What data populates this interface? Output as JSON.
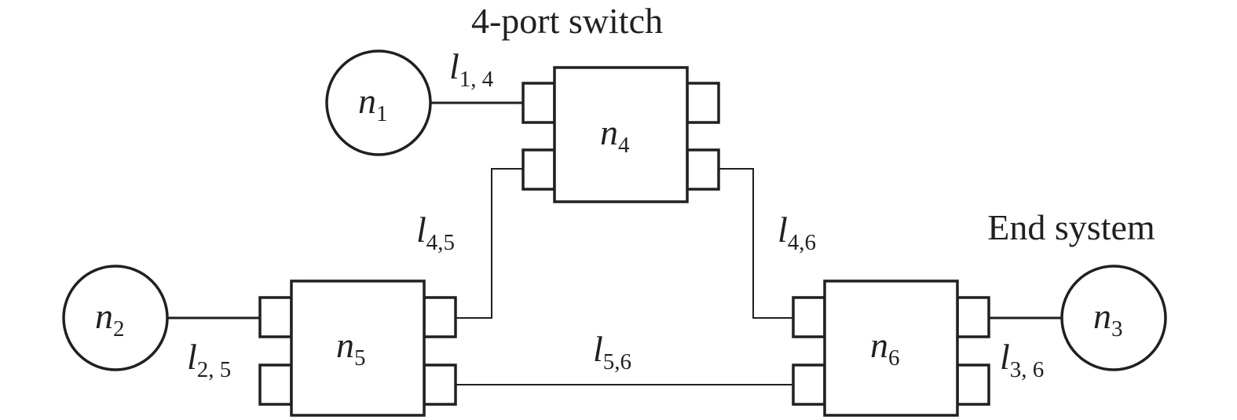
{
  "captions": {
    "switch_label": "4-port switch",
    "end_system_label": "End system"
  },
  "nodes": {
    "n1": {
      "letter": "n",
      "sub": "1"
    },
    "n2": {
      "letter": "n",
      "sub": "2"
    },
    "n3": {
      "letter": "n",
      "sub": "3"
    },
    "n4": {
      "letter": "n",
      "sub": "4"
    },
    "n5": {
      "letter": "n",
      "sub": "5"
    },
    "n6": {
      "letter": "n",
      "sub": "6"
    }
  },
  "links": {
    "l14": {
      "letter": "l",
      "sub": "1, 4"
    },
    "l25": {
      "letter": "l",
      "sub": "2, 5"
    },
    "l45": {
      "letter": "l",
      "sub": "4,5"
    },
    "l46": {
      "letter": "l",
      "sub": "4,6"
    },
    "l56": {
      "letter": "l",
      "sub": "5,6"
    },
    "l36": {
      "letter": "l",
      "sub": "3, 6"
    }
  }
}
